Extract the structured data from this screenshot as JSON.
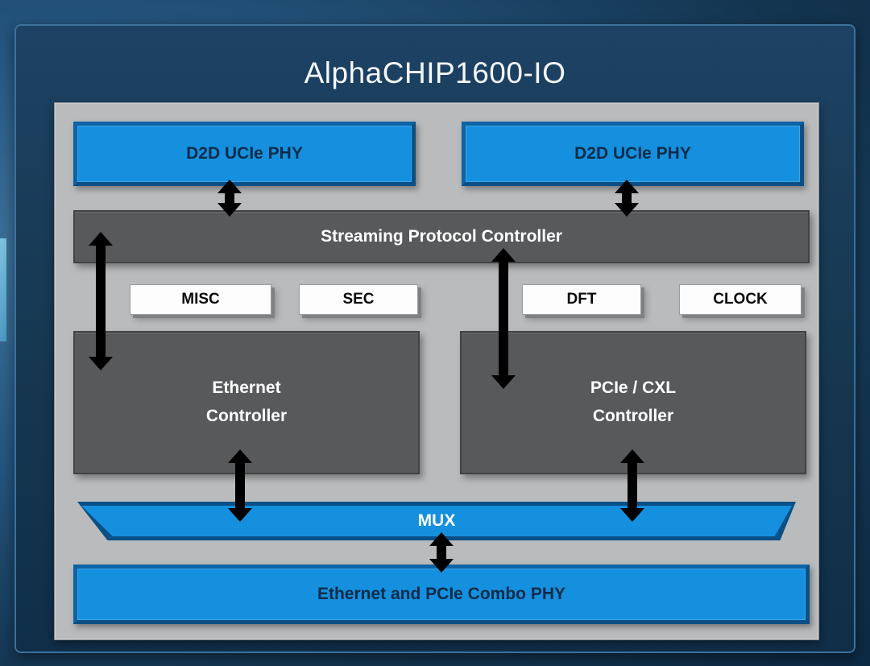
{
  "title": "AlphaCHIP1600-IO",
  "blocks": {
    "d2d_phy_left": {
      "label": "D2D UCIe PHY"
    },
    "d2d_phy_right": {
      "label": "D2D UCIe PHY"
    },
    "streaming_controller": {
      "label": "Streaming Protocol Controller"
    },
    "misc": {
      "label": "MISC"
    },
    "sec": {
      "label": "SEC"
    },
    "dft": {
      "label": "DFT"
    },
    "clock": {
      "label": "CLOCK"
    },
    "ethernet_controller": {
      "line1": "Ethernet",
      "line2": "Controller"
    },
    "pcie_cxl_controller": {
      "line1": "PCIe / CXL",
      "line2": "Controller"
    },
    "mux": {
      "label": "MUX"
    },
    "combo_phy": {
      "label": "Ethernet and PCIe Combo PHY"
    }
  },
  "colors": {
    "blue_block": "#1590de",
    "blue_bevel": "#0a4f86",
    "dark_block": "#58595b",
    "panel": "#b9bbbd",
    "chip_background": "#16374f",
    "arrow": "#000000",
    "title_text": "#f4f7fa",
    "blue_block_text": "#0e2b49",
    "dark_block_text": "#ffffff"
  }
}
